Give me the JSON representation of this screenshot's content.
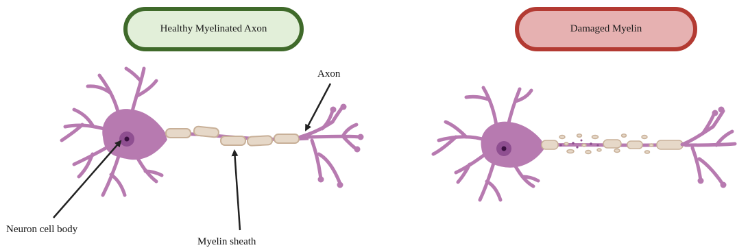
{
  "panels": {
    "healthy": {
      "title": "Healthy Myelinated Axon"
    },
    "damaged": {
      "title": "Damaged Myelin"
    }
  },
  "labels": {
    "axon": "Axon",
    "cell_body": "Neuron cell body",
    "myelin_sheath": "Myelin sheath"
  },
  "colors": {
    "healthy_border": "#3f6a2a",
    "healthy_fill": "#e2efd9",
    "damaged_border": "#b33a32",
    "damaged_fill": "#e6b1b1",
    "neuron": "#b77ab0",
    "nucleus": "#6e2f74",
    "myelin": "#e6d8c8"
  }
}
